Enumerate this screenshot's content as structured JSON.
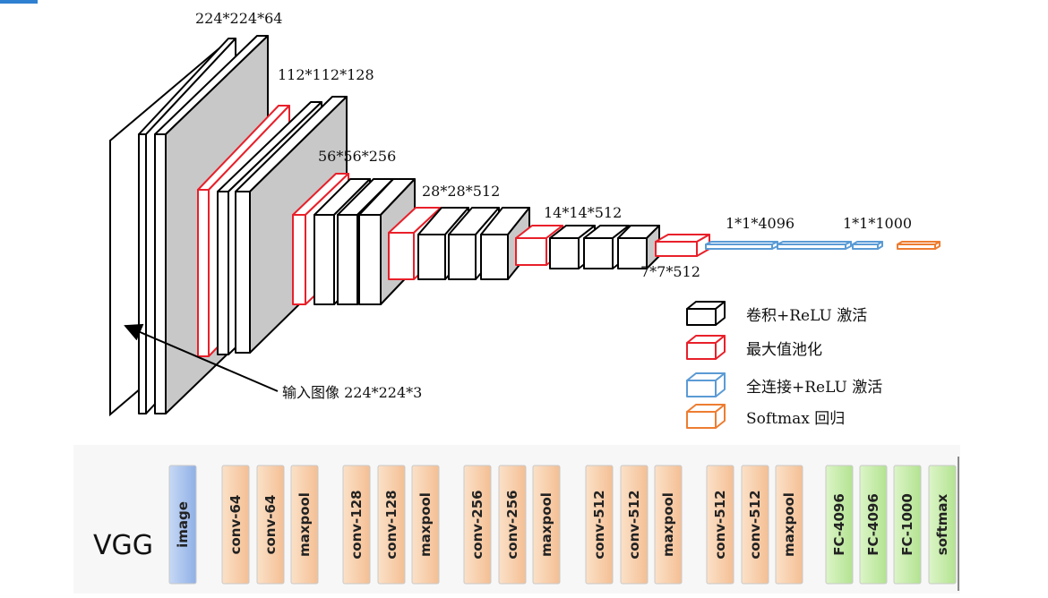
{
  "architecture": {
    "labels": {
      "l1": "224*224*64",
      "l2": "112*112*128",
      "l3": "56*56*256",
      "l4": "28*28*512",
      "l5": "14*14*512",
      "l6": "7*7*512",
      "l7": "1*1*4096",
      "l8": "1*1*1000",
      "input": "输入图像 224*224*3"
    }
  },
  "legend": {
    "conv": "卷积+ReLU 激活",
    "pool": "最大值池化",
    "fc": "全连接+ReLU 激活",
    "softmax": "Softmax 回归"
  },
  "colors": {
    "conv": "#000000",
    "pool": "#e8202a",
    "fc": "#5b9bd5",
    "softmax": "#ed7d31",
    "gray_face": "#c8c8c8",
    "strip_orange": "#f8cfa9",
    "strip_blue": "#a9c4ee",
    "strip_green": "#c6eca6"
  },
  "strip": {
    "title": "VGG",
    "blocks": [
      "image",
      "conv-64",
      "conv-64",
      "maxpool",
      "conv-128",
      "conv-128",
      "maxpool",
      "conv-256",
      "conv-256",
      "maxpool",
      "conv-512",
      "conv-512",
      "maxpool",
      "conv-512",
      "conv-512",
      "maxpool",
      "FC-4096",
      "FC-4096",
      "FC-1000",
      "softmax"
    ]
  }
}
